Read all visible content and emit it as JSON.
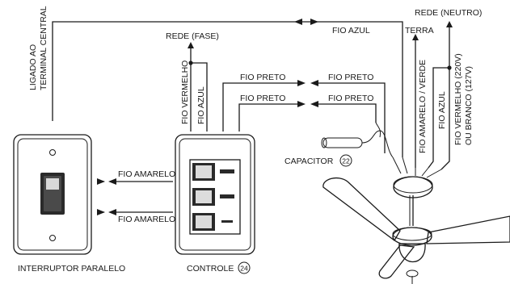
{
  "labels": {
    "ligado_line1": "LIGADO AO",
    "ligado_line2": "TERMINAL CENTRAL",
    "rede_fase": "REDE (FASE)",
    "rede_neutro": "REDE (NEUTRO)",
    "fio_azul_top": "FIO AZUL",
    "terra": "TERRA",
    "fio_vermelho_ctrl": "FIO VERMELHO",
    "fio_azul_ctrl": "FIO AZUL",
    "fio_preto_1a": "FIO PRETO",
    "fio_preto_1b": "FIO PRETO",
    "fio_preto_2a": "FIO PRETO",
    "fio_preto_2b": "FIO PRETO",
    "fio_amarelo_verde": "FIO AMARELO / VERDE",
    "fio_azul_fan": "FIO AZUL",
    "fio_vermelho_220": "FIO VERMELHO (220V)",
    "ou_branco_127": "OU BRANCO (127V)",
    "capacitor": "CAPACITOR",
    "capacitor_num": "22",
    "fio_amarelo_1": "FIO AMARELO",
    "fio_amarelo_2": "FIO AMARELO",
    "interruptor": "INTERRUPTOR PARALELO",
    "controle": "CONTROLE",
    "controle_num": "24"
  },
  "colors": {
    "ink": "#1a1a1a",
    "plate_fill": "#f4f4f4",
    "switch_fill": "#2a2a2a",
    "fan_fill": "#eeeeee"
  }
}
